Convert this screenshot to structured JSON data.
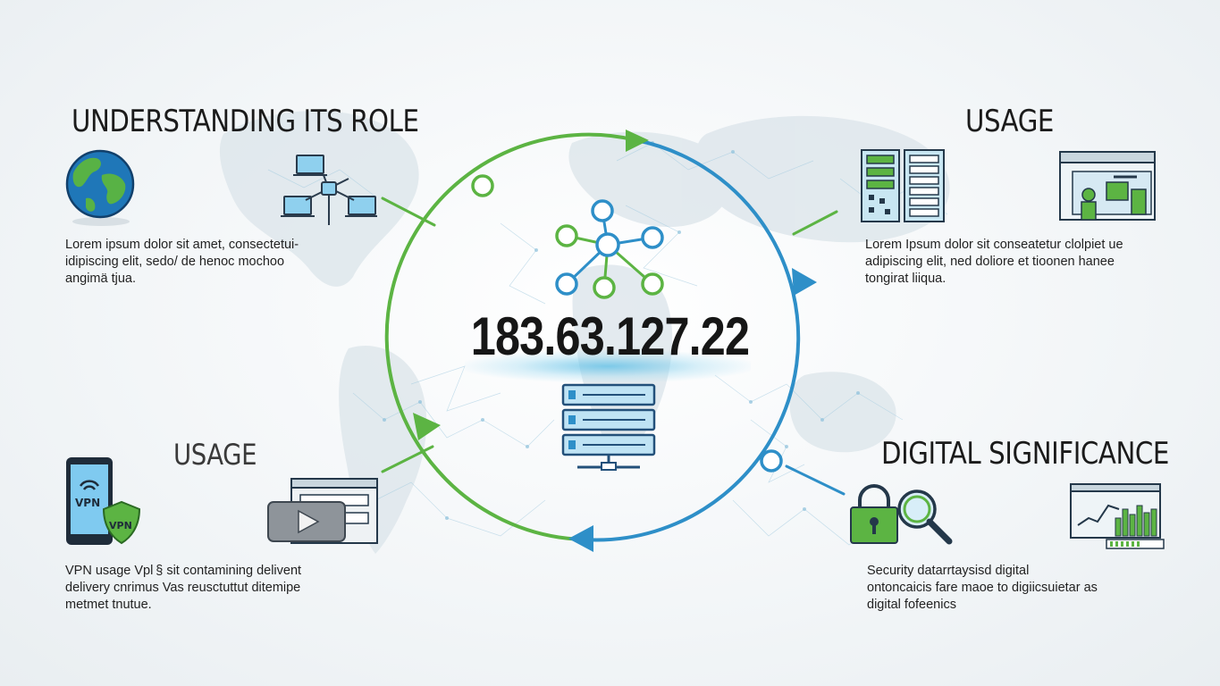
{
  "center": {
    "ip_address": "183.63.127.22"
  },
  "sections": [
    {
      "id": "understanding",
      "heading": "UNDERSTANDING ITS ROLE",
      "lines": [
        "Lorem ipsum dolor sit amet, consectetui-",
        "idipiscing elit, sedo/  de henoc mochoo",
        "angimä tjua."
      ]
    },
    {
      "id": "usage-top",
      "heading": "USAGE",
      "lines": [
        "Lorem Ipsum dolor sit conseatetur clolpiet ue",
        "adipiscing elit, ned doliore et tioonen hanee",
        "tongirat liiqua."
      ]
    },
    {
      "id": "usage-bottom",
      "heading": "USAGE",
      "lines": [
        "VPN usage Vpl §  sit contamining delivent",
        "delivery cnrimus Vas reusctuttut ditemipe",
        "metmet tnutue."
      ]
    },
    {
      "id": "digital",
      "heading": "DIGITAL SIGNIFICANCE",
      "lines": [
        "Security datarrtaysisd digital",
        "ontoncaicis fare maoe to digiicsuietar as",
        "digital fofeenics"
      ]
    }
  ],
  "icons": {
    "vpn_phone_label": "VPN",
    "vpn_shield_label": "VPN"
  },
  "colors": {
    "green": "#5cb443",
    "blue": "#2e8fc8",
    "dark": "#1b1b1b"
  }
}
